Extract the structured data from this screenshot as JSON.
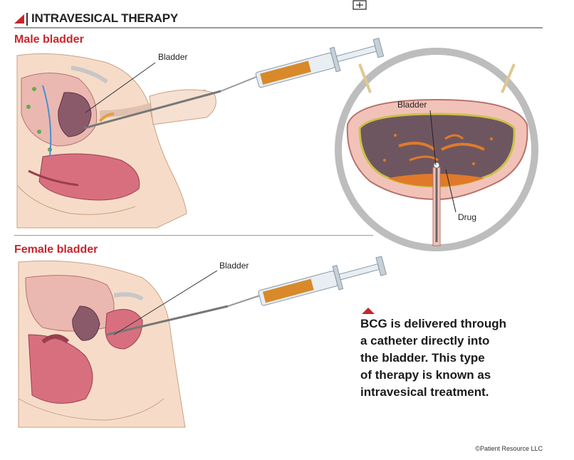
{
  "header": {
    "title": "INTRAVESICAL THERAPY"
  },
  "male": {
    "section_label": "Male bladder",
    "callout": "Bladder"
  },
  "female": {
    "section_label": "Female bladder",
    "callout": "Bladder"
  },
  "detail": {
    "bladder_callout": "Bladder",
    "drug_callout": "Drug"
  },
  "caption": {
    "lines": [
      "BCG is delivered through",
      "a catheter directly into",
      "the bladder. This type",
      "of therapy is known as",
      "intravesical treatment."
    ]
  },
  "credit": "©Patient Resource LLC",
  "colors": {
    "accent": "#c8252c",
    "drug": "#d8892a",
    "tissue": "#e8a8a8"
  }
}
